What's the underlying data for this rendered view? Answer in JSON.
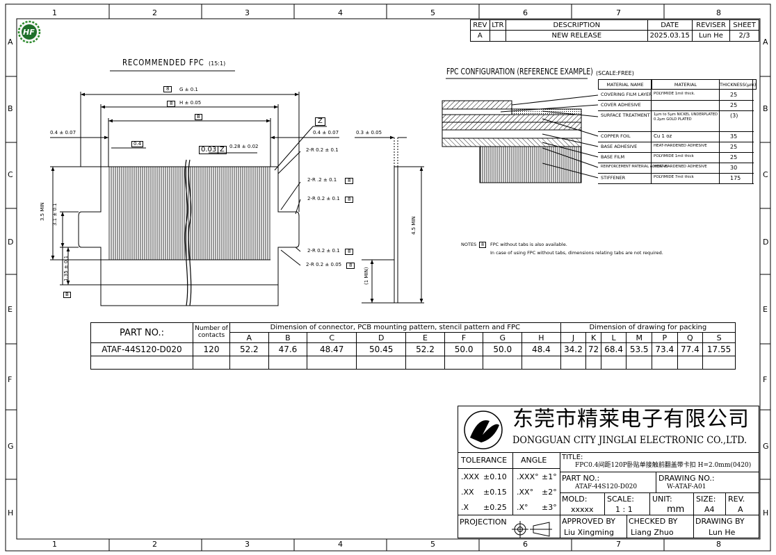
{
  "frame": {
    "cols": [
      "1",
      "2",
      "3",
      "4",
      "5",
      "6",
      "7",
      "8"
    ],
    "rows": [
      "A",
      "B",
      "C",
      "D",
      "E",
      "F",
      "G",
      "H"
    ],
    "logo_text": "HF"
  },
  "revision": {
    "headers": [
      "REV",
      "LTR",
      "DESCRIPTION",
      "DATE",
      "REVISER",
      "SHEET"
    ],
    "row": [
      "A",
      "",
      "NEW RELEASE",
      "2025.03.15",
      "Lun He",
      "2/3"
    ]
  },
  "left_view": {
    "title": "RECOMMENDED FPC",
    "scale": "(15:1)",
    "dims": {
      "g": "G ± 0.1",
      "h": "H ± 0.05",
      "b": "B",
      "left_edge": "0.4 ± 0.07",
      "right_edge": "0.4 ± 0.07",
      "pitch": "0.4",
      "pitch_tol": "0.28 ± 0.02",
      "flatness": "0.03",
      "flatness_ref": "Z",
      "datum": "Z",
      "ht35": "3.5 MIN",
      "ht31": "3.1 ± 0.1",
      "ht135": "1.35 ± 0.1",
      "r1": "2-R 0.2 ± 0.1",
      "r2": "2-R .2 ± 0.1",
      "r3": "2-R 0.2 ± 0.1",
      "r4": "2-R 0.2 ± 0.1",
      "r5": "2-R 0.2 ± 0.05",
      "thick": "0.3 ± 0.05",
      "len45": "4.5 MIN",
      "len1": "(1 MIN)",
      "note_b": "B",
      "note_flag": "8"
    }
  },
  "right_view": {
    "title": "FPC CONFIGURATION (REFERENCE EXAMPLE)",
    "scale": "(SCALE:FREE)",
    "headers": [
      "MATERIAL NAME",
      "MATERIAL",
      "THICKNESS(μm)"
    ],
    "layers": [
      {
        "name": "COVERING FILM LAYER",
        "material": "POLYIMIDE 1mil thick.",
        "thickness": "25"
      },
      {
        "name": "COVER ADHESIVE",
        "material": "",
        "thickness": "25"
      },
      {
        "name": "SURFACE TREATMENT",
        "material": "1μm to 5μm NICKEL UNDERPLATED 0.2μm GOLD PLATED",
        "thickness": "(3)"
      },
      {
        "name": "COPPER FOIL",
        "material": "Cu 1 oz",
        "thickness": "35"
      },
      {
        "name": "BASE ADHESIVE",
        "material": "HEAT-HARDENED ADHESIVE",
        "thickness": "25"
      },
      {
        "name": "BASE FILM",
        "material": "POLYIMIDE 1mil thick",
        "thickness": "25"
      },
      {
        "name": "REINFORCEMENT MATERIAL ADHESIVE",
        "material": "HEAT-HARDENED ADHESIVE",
        "thickness": "30"
      },
      {
        "name": "STIFFENER",
        "material": "POLYIMIDE 7mil thick",
        "thickness": "175"
      }
    ],
    "notes_label": "NOTES",
    "note_flag": "8",
    "note1": "FPC without tabs is also available.",
    "note2": "In case of using FPC without tabs, dimensions relating tabs are not required."
  },
  "part_table": {
    "part_no_label": "PART NO.:",
    "contacts_label_1": "Number of",
    "contacts_label_2": "contacts",
    "group1": "Dimension of connector, PCB mounting pattern, stencil pattern and FPC",
    "group2": "Dimension of drawing for packing",
    "cols": [
      "A",
      "B",
      "C",
      "D",
      "E",
      "F",
      "G",
      "H",
      "J",
      "K",
      "L",
      "M",
      "P",
      "Q",
      "S"
    ],
    "part": "ATAF-44S120-D020",
    "contacts": "120",
    "values": [
      "52.2",
      "47.6",
      "48.47",
      "50.45",
      "52.2",
      "50.0",
      "50.0",
      "48.4",
      "34.2",
      "72",
      "68.4",
      "53.5",
      "73.4",
      "77.4",
      "17.55"
    ]
  },
  "title_block": {
    "company_cn": "东莞市精莱电子有限公司",
    "company_en": "DONGGUAN CITY JINGLAI ELECTRONIC CO.,LTD.",
    "tolerance_label": "TOLERANCE",
    "angle_label": "ANGLE",
    "tolerances": [
      {
        "k": ".XXX",
        "v": "±0.10",
        "ak": ".XXX°",
        "av": "±1°"
      },
      {
        "k": ".XX",
        "v": "±0.15",
        "ak": ".XX°",
        "av": "±2°"
      },
      {
        "k": ".X",
        "v": "±0.25",
        "ak": ".X°",
        "av": "±3°"
      }
    ],
    "title_label": "TITLE:",
    "title_value": "FPC0.4间距120P卧贴单接触前翻盖带卡扣 H=2.0mm(0420)",
    "part_no_label": "PART NO.:",
    "part_no_value": "ATAF-44S120-D020",
    "drawing_no_label": "DRAWING NO.:",
    "drawing_no_value": "W-ATAF-A01",
    "mold_label": "MOLD:",
    "mold_value": "xxxxx",
    "scale_label": "SCALE:",
    "scale_value": "1 : 1",
    "unit_label": "UNIT:",
    "unit_value": "mm",
    "size_label": "SIZE:",
    "size_value": "A4",
    "rev_label": "REV.",
    "rev_value": "A",
    "projection_label": "PROJECTION",
    "approved_label": "APPROVED BY",
    "approved_value": "Liu Xingming",
    "checked_label": "CHECKED BY",
    "checked_value": "Liang Zhuo",
    "drawn_label": "DRAWING BY",
    "drawn_value": "Lun He"
  }
}
